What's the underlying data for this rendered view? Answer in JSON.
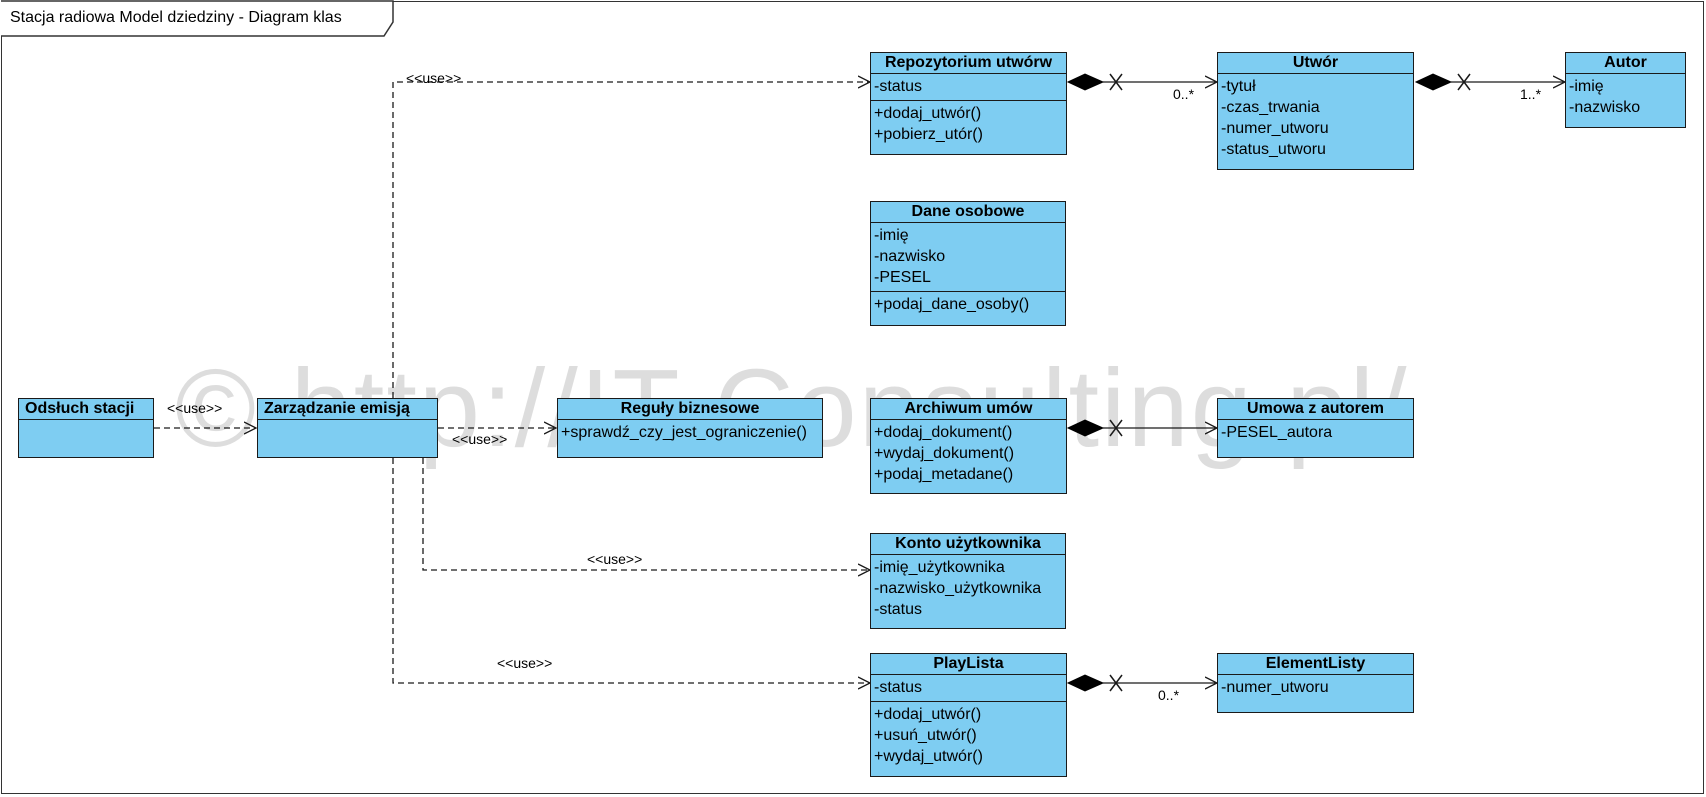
{
  "frame": {
    "title": "Stacja radiowa Model dziedziny - Diagram klas"
  },
  "watermark": "© http://IT-Consulting.pl/",
  "colors": {
    "class_fill": "#7ecdf2",
    "line": "#1a1a1a"
  },
  "classes": {
    "repozytorium": {
      "name": "Repozytorium utwórw",
      "attributes": [
        "-status"
      ],
      "operations": [
        "+dodaj_utwór()",
        "+pobierz_utór()"
      ]
    },
    "utwor": {
      "name": "Utwór",
      "attributes": [
        "-tytuł",
        "-czas_trwania",
        "-numer_utworu",
        "-status_utworu"
      ]
    },
    "autor": {
      "name": "Autor",
      "attributes": [
        "-imię",
        "-nazwisko"
      ]
    },
    "dane_osobowe": {
      "name": "Dane osobowe",
      "attributes": [
        "-imię",
        "-nazwisko",
        "-PESEL"
      ],
      "operations": [
        "+podaj_dane_osoby()"
      ]
    },
    "odsluch": {
      "name": "Odsłuch stacji"
    },
    "zarzadzanie": {
      "name": "Zarządzanie emisją"
    },
    "reguly": {
      "name": "Reguły biznesowe",
      "operations": [
        "+sprawdź_czy_jest_ograniczenie()"
      ]
    },
    "archiwum": {
      "name": "Archiwum umów",
      "operations": [
        "+dodaj_dokument()",
        "+wydaj_dokument()",
        "+podaj_metadane()"
      ]
    },
    "umowa": {
      "name": "Umowa z autorem",
      "attributes": [
        "-PESEL_autora"
      ]
    },
    "konto": {
      "name": "Konto użytkownika",
      "attributes": [
        "-imię_użytkownika",
        "-nazwisko_użytkownika",
        "-status"
      ]
    },
    "playlista": {
      "name": "PlayLista",
      "attributes": [
        "-status"
      ],
      "operations": [
        "+dodaj_utwór()",
        "+usuń_utwór()",
        "+wydaj_utwór()"
      ]
    },
    "elementlisty": {
      "name": "ElementListy",
      "attributes": [
        "-numer_utworu"
      ]
    }
  },
  "labels": {
    "use": "<<use>>",
    "mult_utwor": "0..*",
    "mult_autor": "1..*",
    "mult_element": "0..*"
  }
}
